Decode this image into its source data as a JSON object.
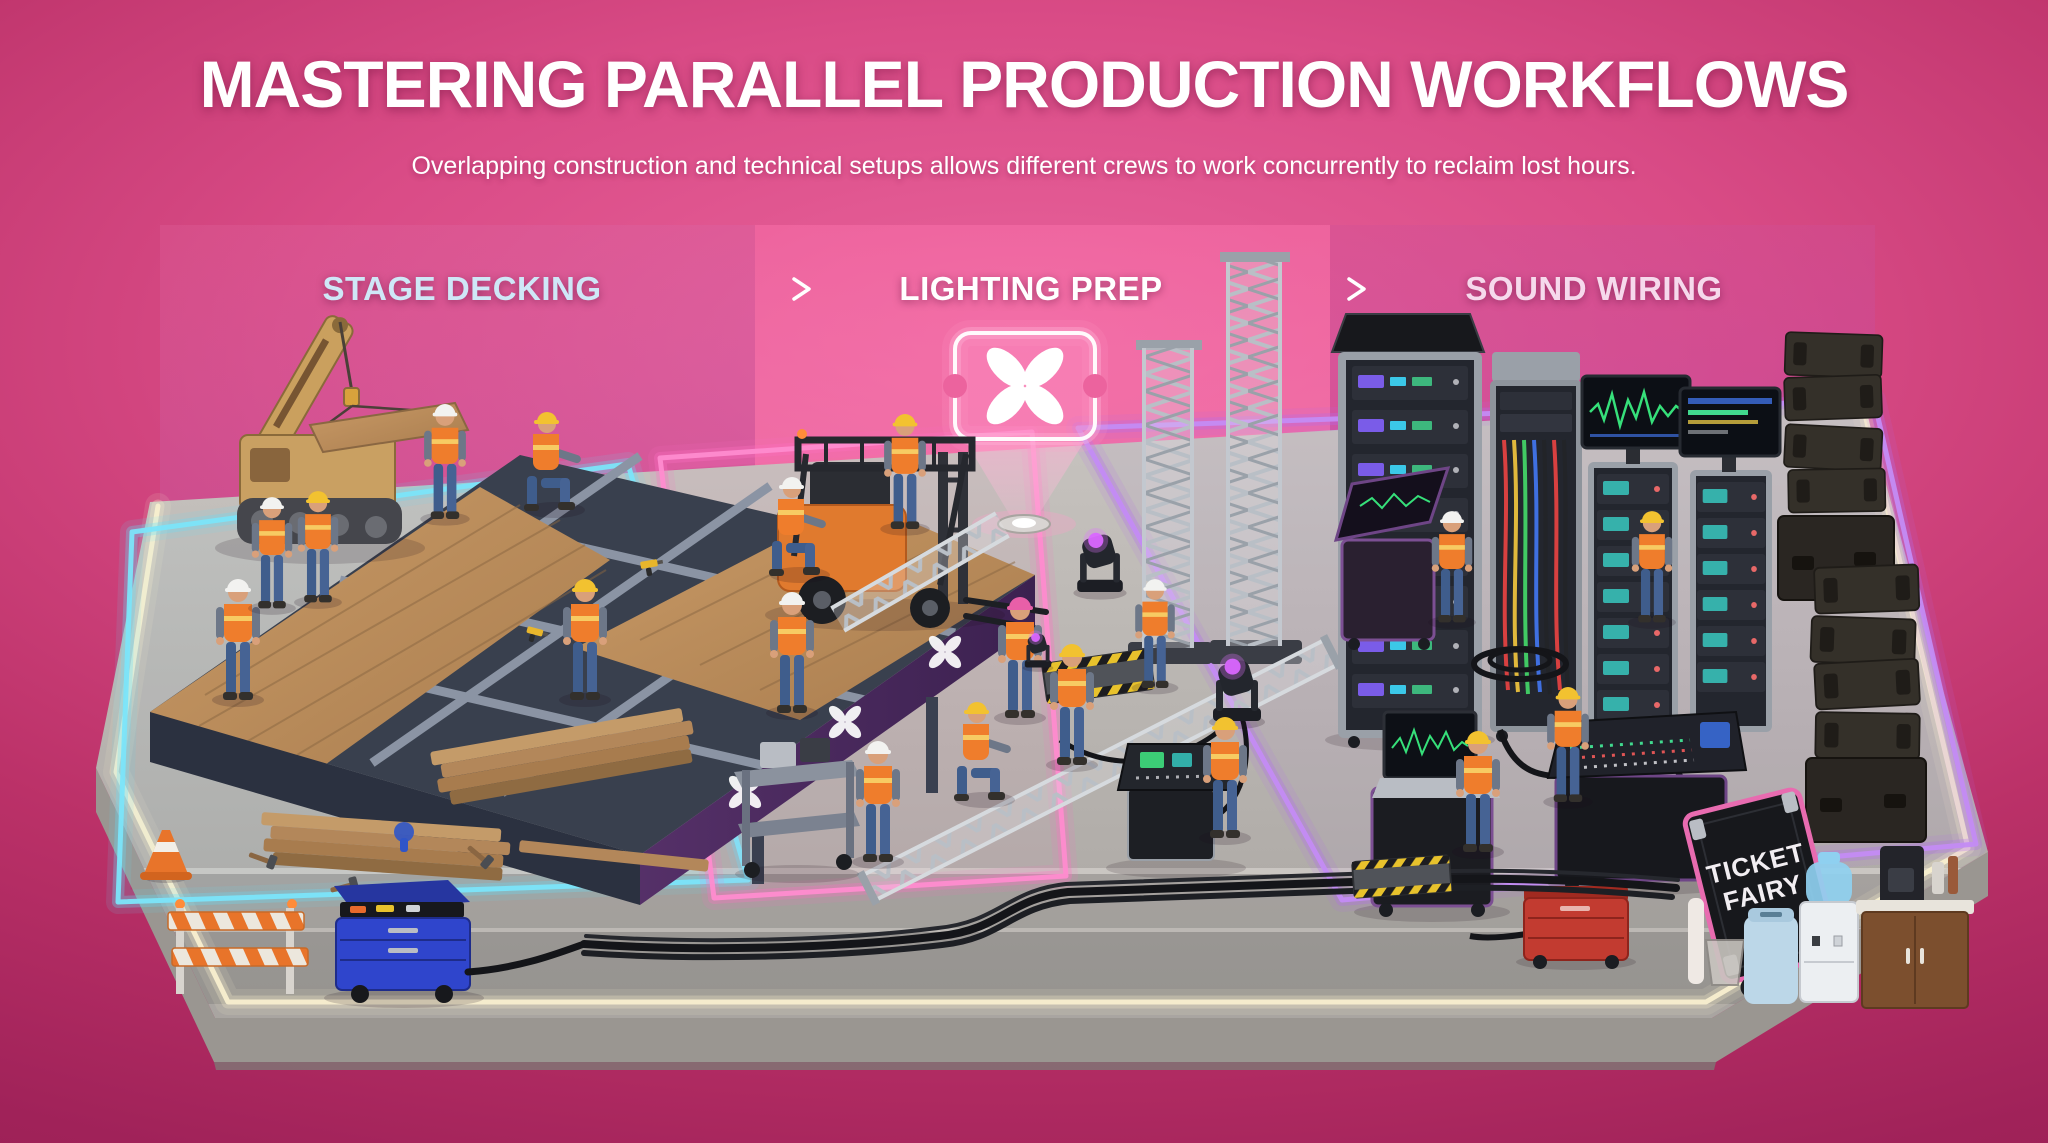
{
  "header": {
    "title": "MASTERING PARALLEL PRODUCTION WORKFLOWS",
    "subtitle": "Overlapping construction and technical setups allows different crews to work concurrently to reclaim lost hours.",
    "text_color": "#ffffff"
  },
  "workflow": {
    "arrow_icon": "right-arrow",
    "stages": [
      {
        "id": "stage-decking",
        "label": "STAGE DECKING",
        "label_color": "#cfe7f7",
        "neon_color": "#63ddf8"
      },
      {
        "id": "lighting-prep",
        "label": "LIGHTING PREP",
        "label_color": "#ffffff",
        "neon_color": "#ff6fc3"
      },
      {
        "id": "sound-wiring",
        "label": "SOUND WIRING",
        "label_color": "#f6d9ec",
        "neon_color": "#b46ef0"
      }
    ]
  },
  "palette": {
    "background_center": "#e9639c",
    "background_edge": "#951d52",
    "platform_concrete": "#bcb8b4",
    "platform_face": "#9a9691",
    "outer_rim_neon": "#f6ecca",
    "wood_deck": "#bd8e5c",
    "steel_frame": "#8b94a4",
    "safety_vest_orange": "#ef7d2c",
    "crane_body_tan": "#c9a062",
    "forklift_orange": "#e07a2e",
    "banner_purple": "#4a2a63",
    "hologram_pink": "#ff8ac4",
    "waveform_green": "#36e07a"
  },
  "scene": {
    "left_zone_objects": [
      "crane-icon",
      "stage-deck",
      "steel-frame",
      "banner-flower-logo",
      "lumber-pile",
      "traffic-cone-icon",
      "traffic-barrier",
      "blue-tool-cart",
      "hammer-icon",
      "power-drill-icon"
    ],
    "middle_zone_objects": [
      "forklift-icon",
      "truss-beam",
      "truss-tower",
      "hologram-ticket-logo",
      "beam-projector",
      "moving-head-light",
      "lighting-console",
      "equipment-cart"
    ],
    "right_zone_objects": [
      "amp-rack",
      "patch-cables",
      "waveform-monitor",
      "speaker-line-array",
      "foh-laptop-case",
      "mixing-console",
      "flight-case",
      "red-toolbox",
      "trash-bin",
      "water-cooler",
      "coffee-station"
    ],
    "flight_case": {
      "label_line1": "TICKET",
      "label_line2": "FAIRY",
      "trim_color": "#e86bb0"
    },
    "hologram": {
      "icon": "ticket-flower-logo",
      "glow_color": "#ff9ecb"
    },
    "banner_logo_icon": "flower-logo",
    "crew": {
      "worker_count": 18,
      "helmet_colors": [
        "#f2f2f0",
        "#f2c230",
        "#e85fa8"
      ]
    }
  }
}
